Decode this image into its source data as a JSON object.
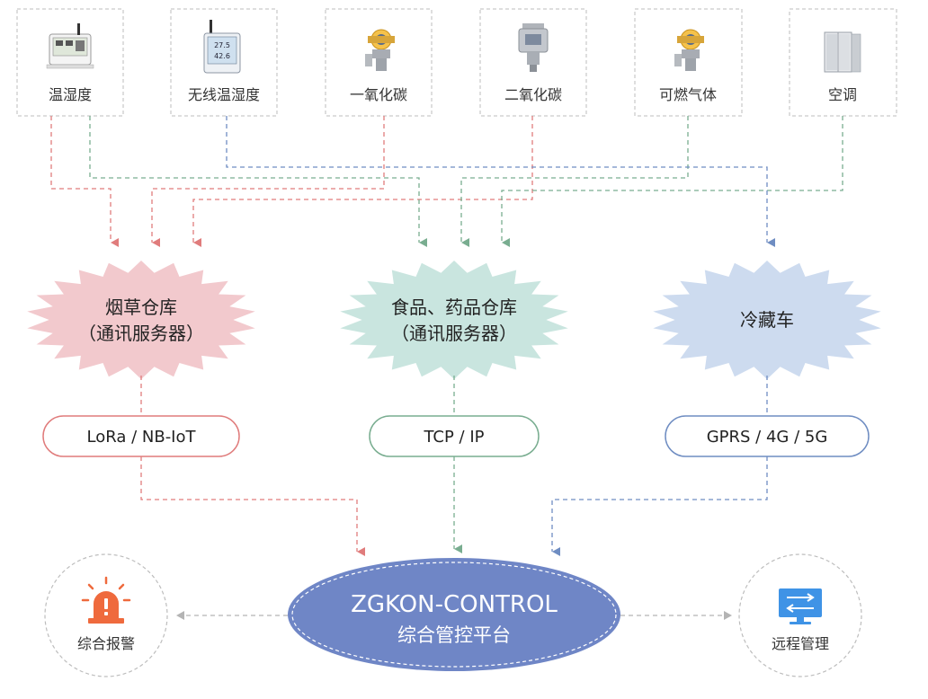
{
  "colors": {
    "red": "#e07c7c",
    "red_fill": "#f2c9cd",
    "green": "#79ad90",
    "green_fill": "#c9e5df",
    "blue": "#6f8dc2",
    "blue_fill": "#cddbef",
    "gray": "#b4b4b4",
    "platform_fill": "#6f86c6",
    "alert_orange": "#ef6a3d",
    "monitor_blue": "#3f93e6"
  },
  "devices": [
    {
      "label": "温湿度",
      "icon": "temp-humidity-sensor-icon"
    },
    {
      "label": "无线温湿度",
      "icon": "wireless-temp-humidity-display-icon"
    },
    {
      "label": "一氧化碳",
      "icon": "gas-detector-icon"
    },
    {
      "label": "二氧化碳",
      "icon": "co2-detector-icon"
    },
    {
      "label": "可燃气体",
      "icon": "gas-detector-icon"
    },
    {
      "label": "空调",
      "icon": "air-conditioner-icon"
    }
  ],
  "hubs": [
    {
      "line1": "烟草仓库",
      "line2": "（通讯服务器）"
    },
    {
      "line1": "食品、药品仓库",
      "line2": "（通讯服务器）"
    },
    {
      "line1": "冷藏车",
      "line2": ""
    }
  ],
  "protocols": [
    "LoRa / NB-IoT",
    "TCP / IP",
    "GPRS / 4G / 5G"
  ],
  "platform": {
    "line1": "ZGKON-CONTROL",
    "line2": "综合管控平台"
  },
  "side_nodes": {
    "alarm": {
      "label": "综合报警",
      "icon": "alarm-light-icon"
    },
    "remote": {
      "label": "远程管理",
      "icon": "monitor-transfer-icon"
    }
  }
}
